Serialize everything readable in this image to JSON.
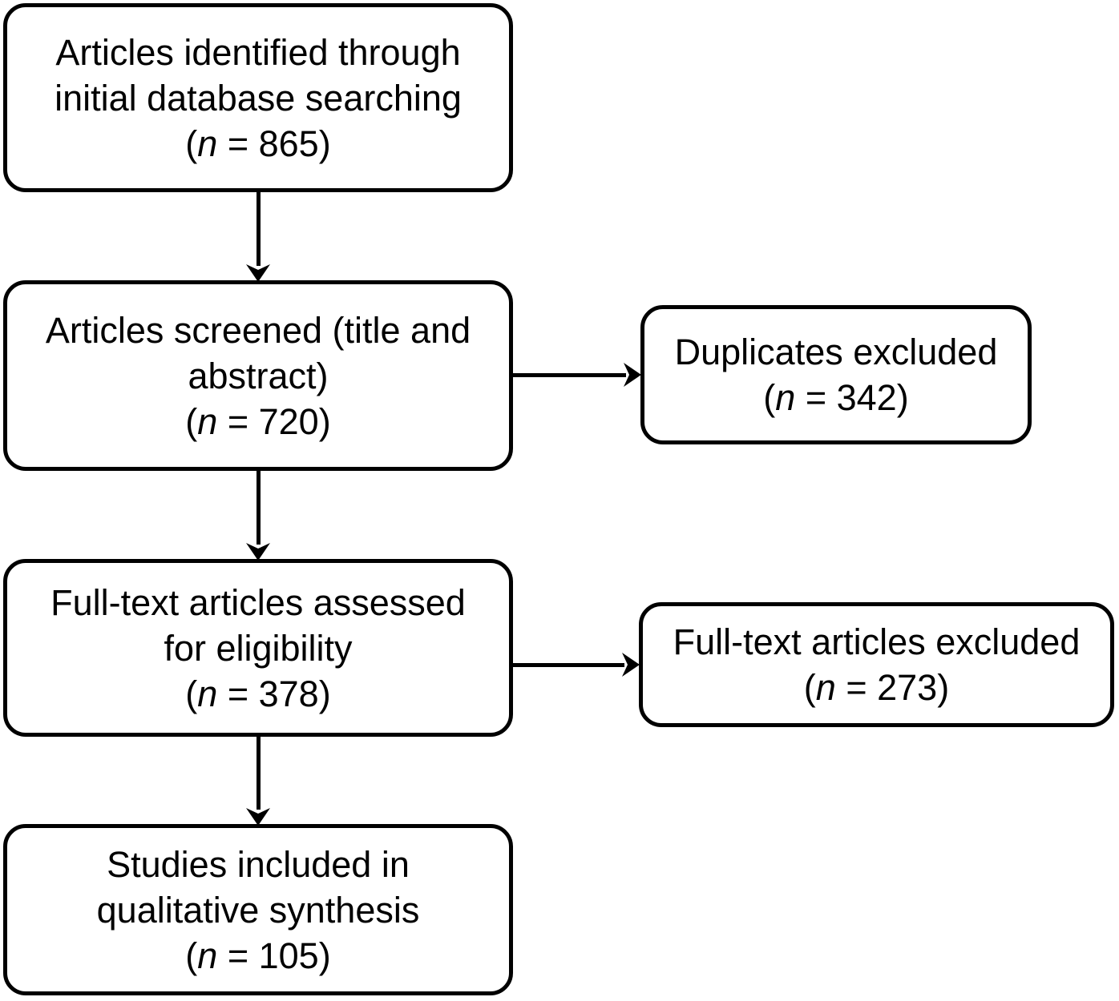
{
  "colors": {
    "box_border": "#000000",
    "box_background": "#ffffff",
    "text": "#000000",
    "page_background": "#ffffff"
  },
  "boxes": {
    "identification": {
      "lines": [
        "Articles identified through",
        "initial database searching"
      ],
      "count": {
        "open": "(",
        "var": "n",
        "eq": " = ",
        "value": "865",
        "close": ")"
      }
    },
    "screening": {
      "lines": [
        "Articles screened (title and",
        "abstract)"
      ],
      "count": {
        "open": "(",
        "var": "n",
        "eq": " = ",
        "value": "720",
        "close": ")"
      }
    },
    "duplicates_excluded": {
      "lines": [
        "Duplicates excluded"
      ],
      "count": {
        "open": "(",
        "var": "n",
        "eq": " = ",
        "value": "342",
        "close": ")"
      }
    },
    "eligibility": {
      "lines": [
        "Full-text articles assessed",
        "for eligibility"
      ],
      "count": {
        "open": "(",
        "var": "n",
        "eq": " = ",
        "value": "378",
        "close": ")"
      }
    },
    "fulltext_excluded": {
      "lines": [
        "Full-text articles excluded"
      ],
      "count": {
        "open": "(",
        "var": "n",
        "eq": " = ",
        "value": "273",
        "close": ")"
      }
    },
    "included": {
      "lines": [
        "Studies included in",
        "qualitative synthesis"
      ],
      "count": {
        "open": "(",
        "var": "n",
        "eq": " = ",
        "value": "105",
        "close": ")"
      }
    }
  }
}
